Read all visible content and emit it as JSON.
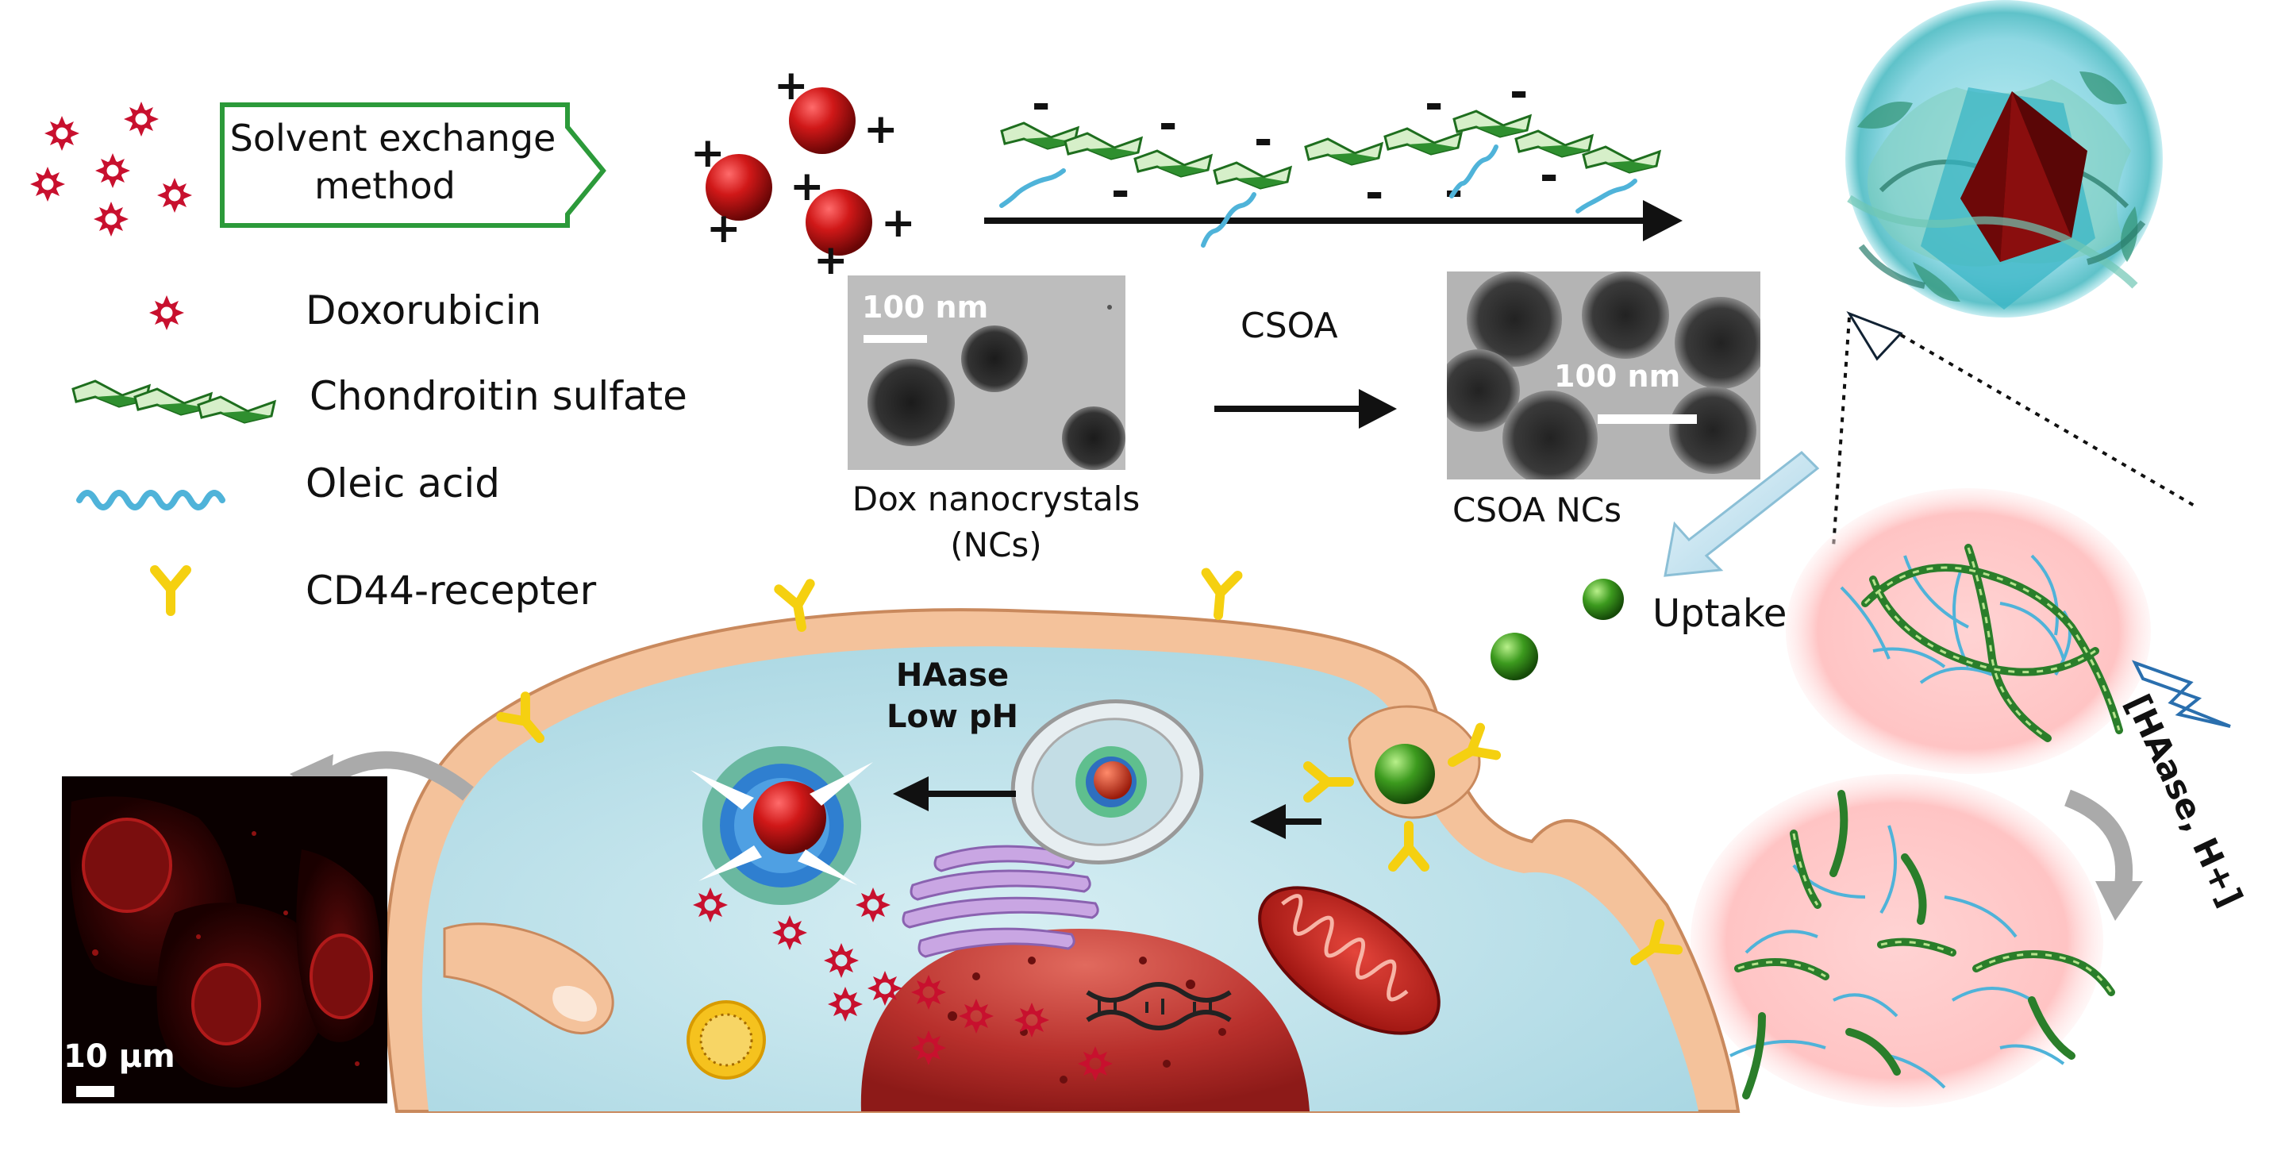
{
  "process": {
    "method_line1": "Solvent exchange",
    "method_line2": "method",
    "csoa_label": "CSOA",
    "uptake_label": "Uptake",
    "trigger_label": "[HAase, H+]",
    "haase_label": "HAase",
    "low_ph_label": "Low pH"
  },
  "legend": {
    "items": [
      {
        "label": "Doxorubicin",
        "icon": "doxorubicin-icon"
      },
      {
        "label": "Chondroitin sulfate",
        "icon": "chondroitin-sulfate-icon"
      },
      {
        "label": "Oleic acid",
        "icon": "oleic-acid-icon"
      },
      {
        "label": "CD44-recepter",
        "icon": "cd44-receptor-icon"
      }
    ]
  },
  "micrographs": {
    "dox_nc_scale": "100 nm",
    "dox_nc_caption_line1": "Dox nanocrystals",
    "dox_nc_caption_line2": "(NCs)",
    "csoa_nc_scale": "100 nm",
    "csoa_nc_caption": "CSOA NCs",
    "confocal_scale": "10 μm"
  },
  "colors": {
    "dox_red": "#c8102e",
    "chondroitin_green": "#2e8b2e",
    "oleic_blue": "#4fb3d9",
    "receptor_yellow": "#f5d010",
    "method_box_green": "#2c9a3a",
    "cytoplasm_blue": "#bfe3ec",
    "membrane_orange": "#f1b98b",
    "nucleus_red": "#b52a2a"
  }
}
